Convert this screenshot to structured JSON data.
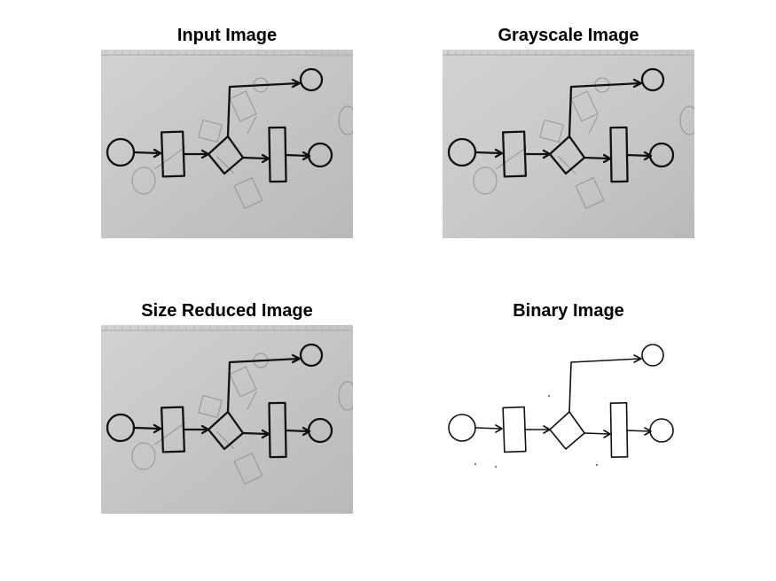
{
  "figure": {
    "panels": [
      {
        "title": "Input Image",
        "kind": "photo"
      },
      {
        "title": "Grayscale Image",
        "kind": "gray"
      },
      {
        "title": "Size Reduced Image",
        "kind": "photo"
      },
      {
        "title": "Binary Image",
        "kind": "binary"
      }
    ]
  },
  "colors": {
    "photo_paper": "#c4c4c4",
    "gray_paper": "#c8c8c8",
    "ink": "#111111",
    "faint_ink": "#8e8e8e",
    "binary_background": "#ffffff"
  }
}
